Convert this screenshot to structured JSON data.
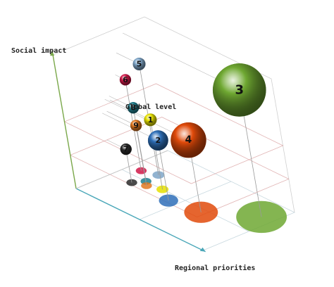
{
  "chart_data": {
    "type": "scatter",
    "subtype": "3d-bubble",
    "title": "",
    "axes": {
      "x_label": "Regional priorities",
      "y_label": "Social impact",
      "z_label": "Global level"
    },
    "grid": true,
    "legend": "none",
    "colors": {
      "axis_x": "#4aa7b8",
      "axis_y": "#7aa84a",
      "axis_z": "#c8c8c8",
      "grid": "#d9a0a0",
      "drop_line": "#9a9a9a"
    },
    "points": [
      {
        "label": "1",
        "x": 3.2,
        "y": 5.2,
        "z": 5.0,
        "size": 1.0,
        "color": "#e6e000"
      },
      {
        "label": "2",
        "x": 4.4,
        "y": 4.5,
        "z": 4.0,
        "size": 1.6,
        "color": "#2e6fb8"
      },
      {
        "label": "3",
        "x": 9.2,
        "y": 9.5,
        "z": 7.5,
        "size": 4.2,
        "color": "#6fa832"
      },
      {
        "label": "4",
        "x": 6.6,
        "y": 5.4,
        "z": 4.5,
        "size": 2.8,
        "color": "#e04a0a"
      },
      {
        "label": "5",
        "x": 1.8,
        "y": 8.3,
        "z": 6.5,
        "size": 1.0,
        "color": "#7fa6c8"
      },
      {
        "label": "6",
        "x": 0.8,
        "y": 6.8,
        "z": 6.0,
        "size": 0.9,
        "color": "#d01848"
      },
      {
        "label": "7",
        "x": 1.5,
        "y": 2.5,
        "z": 4.0,
        "size": 0.9,
        "color": "#2a2a2a"
      },
      {
        "label": "8",
        "x": 1.9,
        "y": 5.5,
        "z": 5.0,
        "size": 0.9,
        "color": "#1f7f8f"
      },
      {
        "label": "9",
        "x": 2.3,
        "y": 4.5,
        "z": 4.5,
        "size": 0.9,
        "color": "#e07820"
      }
    ]
  }
}
